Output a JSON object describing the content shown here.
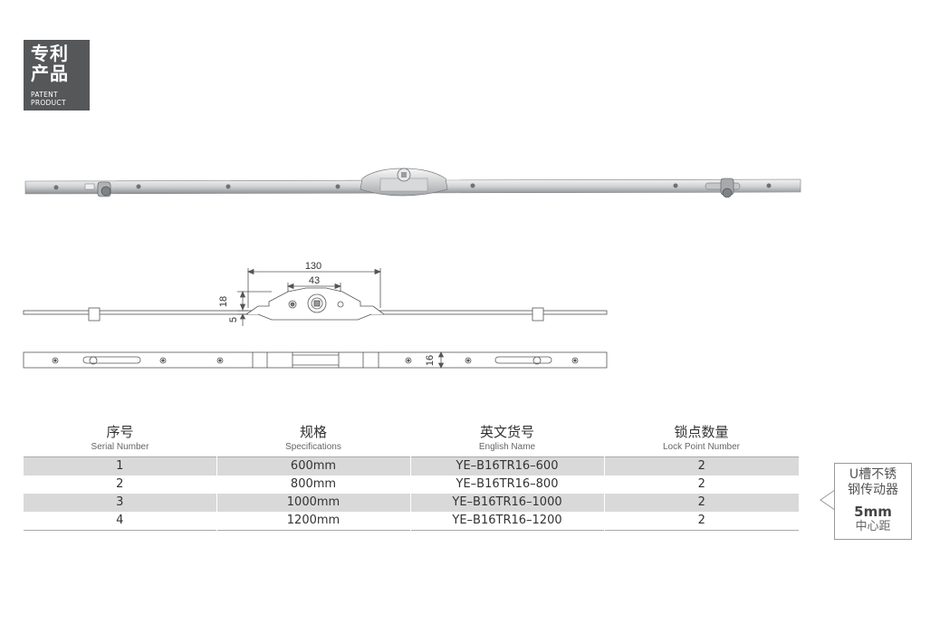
{
  "badge": {
    "cn_line1": "专利",
    "cn_line2": "产品",
    "en_line1": "PATENT",
    "en_line2": "PRODUCT"
  },
  "dimensions": {
    "d130": "130",
    "d43": "43",
    "d18": "18",
    "d5": "5",
    "d16": "16"
  },
  "table": {
    "headers": [
      {
        "cn": "序号",
        "en": "Serial Number"
      },
      {
        "cn": "规格",
        "en": "Specifications"
      },
      {
        "cn": "英文货号",
        "en": "English Name"
      },
      {
        "cn": "锁点数量",
        "en": "Lock Point Number"
      }
    ],
    "rows": [
      [
        "1",
        "600mm",
        "YE–B16TR16–600",
        "2"
      ],
      [
        "2",
        "800mm",
        "YE–B16TR16–800",
        "2"
      ],
      [
        "3",
        "1000mm",
        "YE–B16TR16–1000",
        "2"
      ],
      [
        "4",
        "1200mm",
        "YE–B16TR16–1200",
        "2"
      ]
    ]
  },
  "callout": {
    "line1": "U槽不锈",
    "line2": "钢传动器",
    "line3": "5mm",
    "line4": "中心距"
  }
}
